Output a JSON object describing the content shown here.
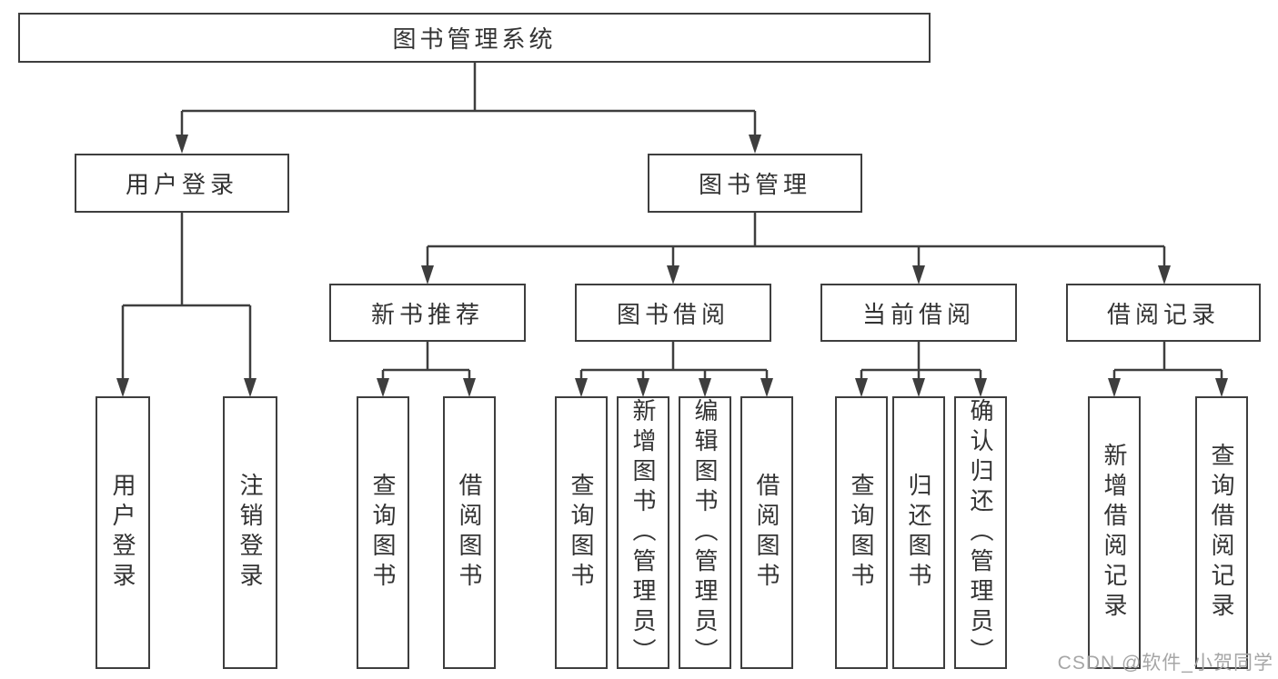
{
  "colors": {
    "line": "#3e3e3e",
    "box_border": "#3e3e3e",
    "box_fill": "#ffffff",
    "text": "#333333",
    "background": "#ffffff",
    "watermark": "#a6a6a6"
  },
  "tree": {
    "root": {
      "label": "图书管理系统"
    },
    "children": [
      {
        "label": "用户登录",
        "children": [
          {
            "label": "用户登录"
          },
          {
            "label": "注销登录"
          }
        ]
      },
      {
        "label": "图书管理",
        "children": [
          {
            "label": "新书推荐",
            "children": [
              {
                "label": "查询图书"
              },
              {
                "label": "借阅图书"
              }
            ]
          },
          {
            "label": "图书借阅",
            "children": [
              {
                "label": "查询图书"
              },
              {
                "label": "新增图书（管理员）"
              },
              {
                "label": "编辑图书（管理员）"
              },
              {
                "label": "借阅图书"
              }
            ]
          },
          {
            "label": "当前借阅",
            "children": [
              {
                "label": "查询图书"
              },
              {
                "label": "归还图书"
              },
              {
                "label": "确认归还（管理员）"
              }
            ]
          },
          {
            "label": "借阅记录",
            "children": [
              {
                "label": "新增借阅记录"
              },
              {
                "label": "查询借阅记录"
              }
            ]
          }
        ]
      }
    ]
  },
  "watermark": {
    "text": "CSDN @软件_小贺同学"
  }
}
